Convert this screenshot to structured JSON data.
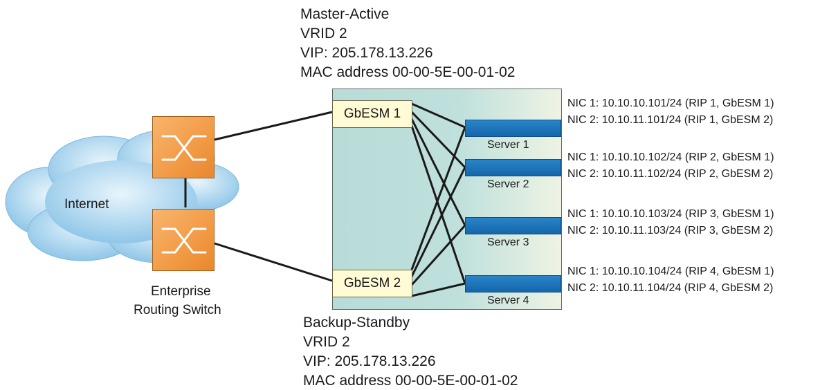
{
  "master": {
    "state": "Master-Active",
    "vrid": "VRID 2",
    "vip": "VIP: 205.178.13.226",
    "mac": "MAC address 00-00-5E-00-01-02"
  },
  "backup": {
    "state": "Backup-Standby",
    "vrid": "VRID 2",
    "vip": "VIP: 205.178.13.226",
    "mac": "MAC address 00-00-5E-00-01-02"
  },
  "internet_label": "Internet",
  "switch_label": [
    "Enterprise",
    "Routing Switch"
  ],
  "gbesm": [
    "GbESM 1",
    "GbESM 2"
  ],
  "servers": [
    {
      "name": "Server 1",
      "nic1": "NIC 1: 10.10.10.101/24 (RIP 1, GbESM 1)",
      "nic2": "NIC 2: 10.10.11.101/24 (RIP 1, GbESM 2)"
    },
    {
      "name": "Server 2",
      "nic1": "NIC 1: 10.10.10.102/24 (RIP 2, GbESM 1)",
      "nic2": "NIC 2: 10.10.11.102/24 (RIP 2, GbESM 2)"
    },
    {
      "name": "Server 3",
      "nic1": "NIC 1: 10.10.10.103/24 (RIP 3, GbESM 1)",
      "nic2": "NIC 2: 10.10.11.103/24 (RIP 3, GbESM 2)"
    },
    {
      "name": "Server 4",
      "nic1": "NIC 1: 10.10.10.104/24 (RIP 4, GbESM 1)",
      "nic2": "NIC 2: 10.10.11.104/24 (RIP 4, GbESM 2)"
    }
  ],
  "colors": {
    "server": "#1a70b8",
    "switch": "#f29a45",
    "gbesm": "#fffbd4",
    "chassis": "#bfe0dc",
    "cloud": "#a9d3ee"
  }
}
